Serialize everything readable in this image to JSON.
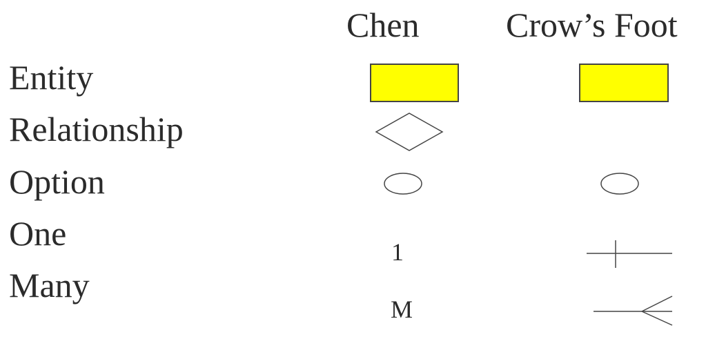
{
  "columns": {
    "chen": "Chen",
    "crows_foot": "Crow’s Foot"
  },
  "rows": {
    "entity": "Entity",
    "relationship": "Relationship",
    "option": "Option",
    "one": "One",
    "many": "Many"
  },
  "chen_symbols": {
    "one": "1",
    "many": "M"
  },
  "colors": {
    "entity_fill": "#ffff00",
    "text": "#2b2b2b",
    "stroke": "#444444"
  }
}
